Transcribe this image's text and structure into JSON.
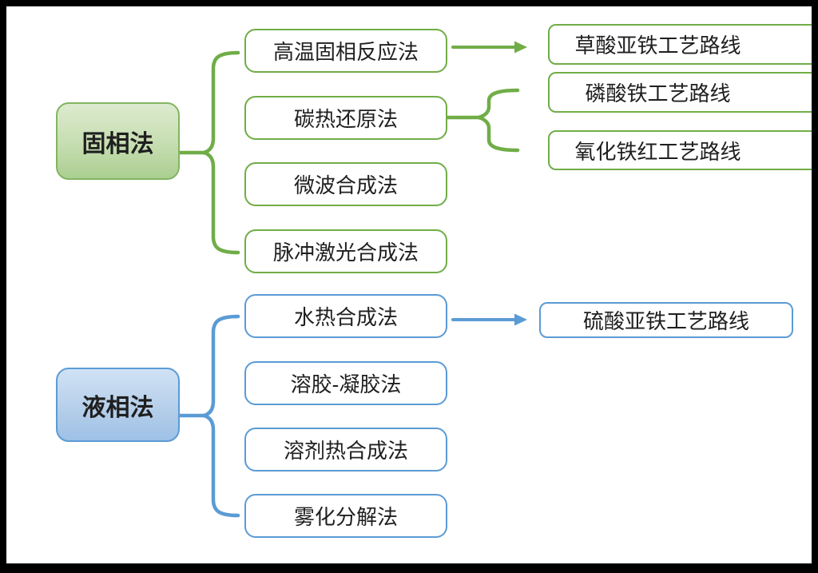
{
  "colors": {
    "green_accent": "#70AD47",
    "green_border": "#82b561",
    "blue_accent": "#5B9BD5",
    "blue_border": "#5b9bd5",
    "text": "#1f1f1f",
    "frame": "#000000"
  },
  "solid_phase": {
    "category": "固相法",
    "methods": [
      "高温固相反应法",
      "碳热还原法",
      "微波合成法",
      "脉冲激光合成法"
    ],
    "routes": [
      "草酸亚铁工艺路线",
      "磷酸铁工艺路线",
      "氧化铁红工艺路线"
    ]
  },
  "liquid_phase": {
    "category": "液相法",
    "methods": [
      "水热合成法",
      "溶胶-凝胶法",
      "溶剂热合成法",
      "雾化分解法"
    ],
    "routes": [
      "硫酸亚铁工艺路线"
    ]
  }
}
